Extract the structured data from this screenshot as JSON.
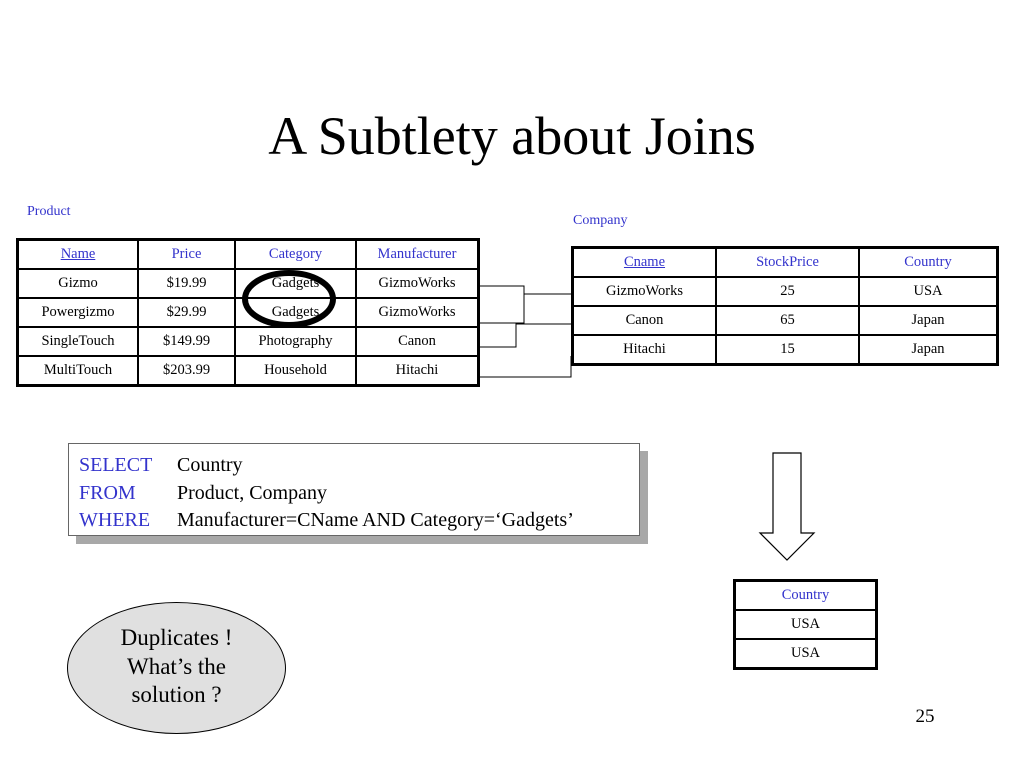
{
  "slide": {
    "title": "A Subtlety about Joins",
    "page_number": "25"
  },
  "product": {
    "caption": "Product",
    "headers": [
      "Name",
      "Price",
      "Category",
      "Manufacturer"
    ],
    "rows": [
      [
        "Gizmo",
        "$19.99",
        "Gadgets",
        "GizmoWorks"
      ],
      [
        "Powergizmo",
        "$29.99",
        "Gadgets",
        "GizmoWorks"
      ],
      [
        "SingleTouch",
        "$149.99",
        "Photography",
        "Canon"
      ],
      [
        "MultiTouch",
        "$203.99",
        "Household",
        "Hitachi"
      ]
    ]
  },
  "company": {
    "caption": "Company",
    "headers": [
      "Cname",
      "StockPrice",
      "Country"
    ],
    "rows": [
      [
        "GizmoWorks",
        "25",
        "USA"
      ],
      [
        "Canon",
        "65",
        "Japan"
      ],
      [
        "Hitachi",
        "15",
        "Japan"
      ]
    ]
  },
  "query": {
    "select_kw": "SELECT",
    "select_val": "Country",
    "from_kw": "FROM",
    "from_val": "Product, Company",
    "where_kw": "WHERE",
    "where_val": "Manufacturer=CName AND Category=‘Gadgets’"
  },
  "result": {
    "headers": [
      "Country"
    ],
    "rows": [
      [
        "USA"
      ],
      [
        "USA"
      ]
    ]
  },
  "note": {
    "line1": "Duplicates !",
    "line2": "What’s the",
    "line3": "solution ?"
  },
  "colors": {
    "accent": "#3333cc",
    "note_fill": "#e0e0e0",
    "shadow": "#a8a8a8"
  }
}
